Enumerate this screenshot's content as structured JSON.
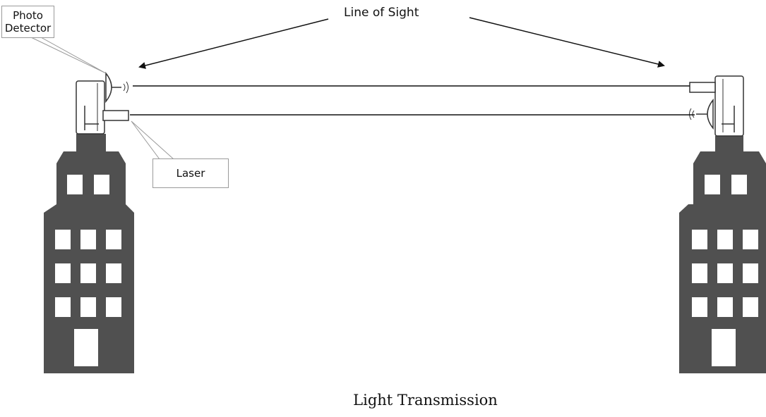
{
  "labels": {
    "photo_detector_line1": "Photo",
    "photo_detector_line2": "Detector",
    "laser": "Laser",
    "line_of_sight": "Line of Sight"
  },
  "caption": "Light Transmission",
  "colors": {
    "building": "#505050",
    "window": "#ffffff",
    "line": "#111111",
    "callout_border": "#9a9a9a"
  },
  "icons": {
    "photo_detector": "dish-detector-icon",
    "laser": "laser-emitter-icon"
  }
}
